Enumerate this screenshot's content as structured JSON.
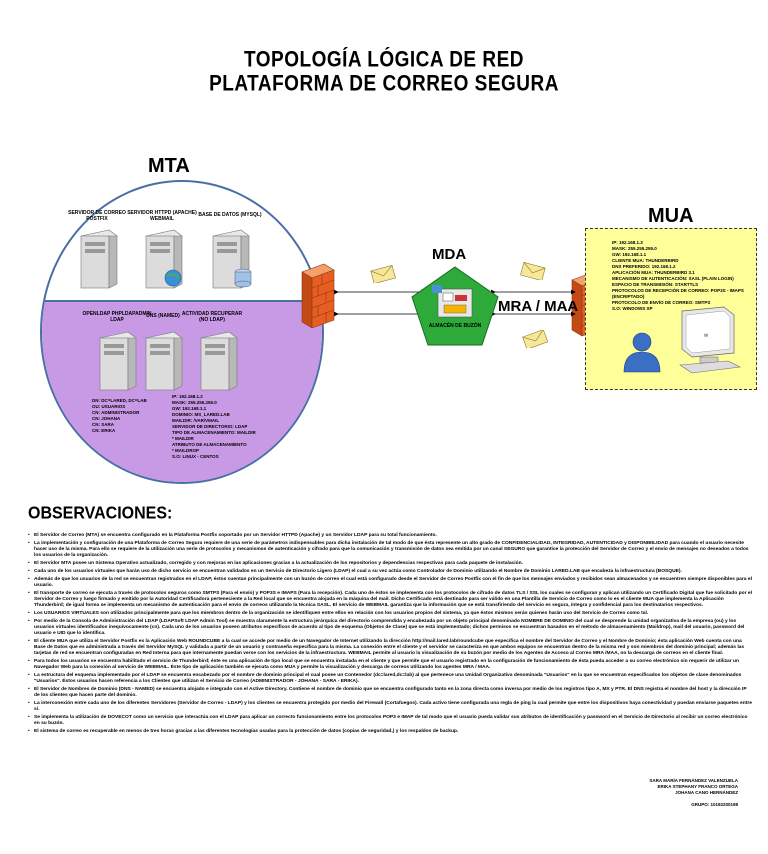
{
  "title": {
    "line1": "TOPOLOGÍA LÓGICA DE RED",
    "line2": "PLATAFORMA DE CORREO SEGURA"
  },
  "labels": {
    "mta": "MTA",
    "mua": "MUA",
    "mda": "MDA",
    "mra_maa": "MRA / MAA",
    "almacen": "ALMACÉN DE BUZÓN",
    "observaciones": "OBSERVACIONES:"
  },
  "servers_top": [
    {
      "label": "SERVIDOR DE CORREO POSTFIX"
    },
    {
      "label": "SERVIDOR HTTPD (APACHE) WEBMAIL"
    },
    {
      "label": "BASE DE DATOS (MYSQL)"
    }
  ],
  "servers_bottom": [
    {
      "label": "OPENLDAP PHPLDAPADMIN LDAP"
    },
    {
      "label": "DNS (NAMED)"
    },
    {
      "label": "ACTIVIDAD RECUPERAR (NO LDAP)"
    }
  ],
  "ldap_info": [
    "DN: DC=LARED, DC=LAB",
    "OU: USUARIOS",
    "CN: ADMINISTRADOR",
    "CN: JOHANA",
    "CN: SARA",
    "CN: ERIKA"
  ],
  "server_info": [
    "IP: 192.168.1.2",
    "MASK: 255.255.255.0",
    "GW: 192.168.1.1",
    "DOMINIO: MS_LARED.LAB",
    "MAILDIR: /VAR/VMAIL",
    "SERVIDOR DE DIRECTORIO: LDAP",
    "TIPO DE ALMACENAMIENTO: MAILDIR",
    "* MAILDIR",
    "ATRIBUTO DE ALMACENAMIENTO",
    "* MAILDROP",
    "S.O: LINUX - CENTOS"
  ],
  "client_info": [
    "IP: 192.168.1.3",
    "MASK: 255.255.255.0",
    "GW: 192.168.1.1",
    "CLIENTE MUA: THUNDERBIRD",
    "DNS PREFERIDO: 192.168.1.2",
    "APLICACIÓN MUA: THUNDERBIRD 3.1",
    "MECANISMO DE AUTENTICACIÓN: SASL (PLAIN LOGIN)",
    "ESPACIO DE TRANSMISIÓN: STARTTLS",
    "PROTOCOLOS DE RECEPCIÓN DE CORREO: POP3S - IMAPS (ENCRIPTADO)",
    "PROTOCOLO DE ENVÍO DE CORREO: SMTPS",
    "S.O: WINDOWS XP"
  ],
  "observations": [
    "El Servidor de Correo (MTA) se encuentra configurado en la Plataforma Postfix soportado por un Servidor HTTPD (Apache) y un Servidor LDAP para su total funcionamiento.",
    "La implementación y configuración de una Plataforma de Correo Segura requiere de una serie de parámetros indispensables para dicha instalación de tal modo de que ésta represente un alto grado de CONFIDENCIALIDAD, INTEGRIDAD, AUTENTICIDAD y DISPONIBILIDAD para cuando el usuario necesite hacer uso de la misma. Para ello se requiere de la utilización una serie de protocolos y mecanismos de autenticación y cifrado para que la comunicación y transmisión de datos sea emitida por un canal SEGURO que garantice la protección del Servidor de Correo y el envío de mensajes no deseados a todos los usuarios de la organización.",
    "El Servidor MTA posee un Sistema Operativo actualizado, corregido y con mejoras en las aplicaciones gracias a la actualización de los repositorios y dependencias respectivas para cada paquete de instalación.",
    "Cada uno de los usuarios virtuales que harán uso de dicho servicio se encuentran validados en un Servicio de Directorio Ligero (LDAP) el cual a su vez actúa como Controlador de Dominio utilizando el Nombre de Dominio LARED.LAB que encabeza la infraestructura (BOSQUE).",
    "Además de que los usuarios de la red se encuentran registrados en el LDAP, éstos cuentan principalmente con un buzón de correo el cual está configurado desde el Servidor de Correo Postfix con el fin de que los mensajes enviados y recibidos sean almacenados y se encuentren siempre disponibles para el usuario.",
    "El transporte de correo se ejecuta a través de protocolos seguros como SMTPS (Para el envío) y POP3S e IMAPS (Para la recepción). Cada uno de éstos se implementa con los protocolos de cifrado de datos TLS / SSL los cuales se configuran y aplican utilizando un Certificado Digital que fue solicitado por el Servidor de Correo y luego firmado y emitido por la Autoridad Certificadora perteneciente a la Red local que se encuentra alojada en la máquina del mail. Dicho Certificado está destinado para ser válido en una Plantilla de Servicio de Correo como lo es el cliente MUA que implementa la Aplicación Thunderbird; de igual forma se implementa un mecanismo de autenticación para el envío de correos utilizando la técnica SASL. El servicio de WEBMAIL garantiza que la información que se está transfiriendo del servicio es segura, íntegra y confidencial para los destinatarios respectivos.",
    "Los USUARIOS VIRTUALES son utilizados principalmente para que los miembros dentro de la organización se identifiquen entre ellos en relación con los usuarios propios del sistema, ya que éstos mismos serán quienes harán uso del Servicio de Correo como tal.",
    "Por medio de la Consola de Administración del LDAP (LDAPSoft LDAP Admin Tool) se muestra claramente la estructura jerárquica del directorio comprendida y encabezada por un objeto principal denominado NOMBRE DE DOMINIO del cual se desprende la unidad organizativa de la empresa (ou) y los usuarios virtuales identificados inequívocamente (cn). Cada uno de los usuarios poseen atributos específicos de acuerdo al tipo de esquema (Objetos de Clase) que se está implementado; dichos permisos se encuentran basados en el método de almacenamiento (Maildrop), mail del usuario, password del usuario e UID que lo identifica.",
    "El cliente MUA que utiliza el Servidor Postfix es la Aplicación Web ROUNDCUBE a la cual se accede por medio de un Navegador de Internet utilizando la dirección http://mail.lared.lab/roundcube que especifica el nombre del Servidor de Correo y el Nombre de Dominio; ésta aplicación Web cuenta con una Base de Datos que es administrada a través del Servidor MySQL y validada a partir de un usuario y contraseña específica para la misma. La conexión entre el cliente y el servidor se caracteriza en que ambos equipos se encuentran dentro de la misma red y son miembros del dominio principal; además las tarjetas de red se encuentran configuradas en Red Interna para que internamente puedan verse con los servicios de la infraestructura. WEBMAIL permite al usuario la visualización de su buzón por medio de los Agentes de Acceso al Correo MRA /MAA, no la descarga de correos en el cliente final.",
    "Para todos los usuarios se encuentra habilitado el servicio de Thunderbird; éste es una aplicación de tipo local que se encuentra instalada en el cliente y que permite que el usuario registrado en la configuración de funcionamiento de ésta pueda acceder a su correo electrónico sin requerir de utilizar un Navegador Web para la conexión al servicio de WEBMAIL. Éste tipo de aplicación también se ejecuta como MUA y permite la visualización y descarga de correos utilizando los agentes MRA / MAA.",
    "La estructura del esquema implementado por el LDAP se encuentra encabezado por el nombre de dominio principal el cual posee un Contenedor (dc=lared,dc=lab) al que pertenece una Unidad Organizativa denominada \"Usuarios\" en la que se encuentran especificados los objetos de clase denominados \"Usuarios\". Éstos usuarios hacen referencia a los Clientes que utilizan el Servicio de Correo (ADMINISTRADOR - JOHANA - SARA - ERIKA).",
    "El Servidor de Nombres de Dominio (DNS - NAMED) se encuentra alojado e integrado con el Active Directory. Contiene el nombre de dominio que se encuentra configurado tanto en la zona directa como inversa por medio de los registros tipo A, MX y PTR. El DNS registra el nombre del host y la dirección IP de los clientes que hacen parte del dominio.",
    "La interconexión entre cada uno de los diferentes Servidores (Servidor de Correo - LDAP) y los clientes se encuentra protegido por medio del Firewall (Cortafuegos). Cada activo tiene configurada una regla de ping la cual permite que entre los dispositivos haya conectividad y puedan enviarse paquetes entre sí.",
    "Se implementa la utilización de DOVECOT como un servicio que interactúa con el LDAP para aplicar un correcto funcionamiento entre los protocolos POP3 e IMAP de tal modo que el usuario pueda validar sus atributos de identificación y password en el Servicio de Directorio al recibir un correo electrónico en su buzón.",
    "El sistema de correo es recuperable en menos de tres horas gracias a las diferentes tecnologías usadas para la protección de datos (copias de seguridad,) y los respaldos de backup."
  ],
  "signature": {
    "names": [
      "SARA MARÍA FERNÁNDEZ VALENZUELA",
      "ERIKA STEPHANY FRANCO ORTEGA",
      "JOHANA CANO HERNÁNDEZ"
    ],
    "group": "GRUPO: 10192200198"
  },
  "colors": {
    "mta_fill": "#c89ae6",
    "mua_fill": "#ffff99",
    "pentagon_fill": "#2eaa3a",
    "firewall": "#e85e22"
  }
}
